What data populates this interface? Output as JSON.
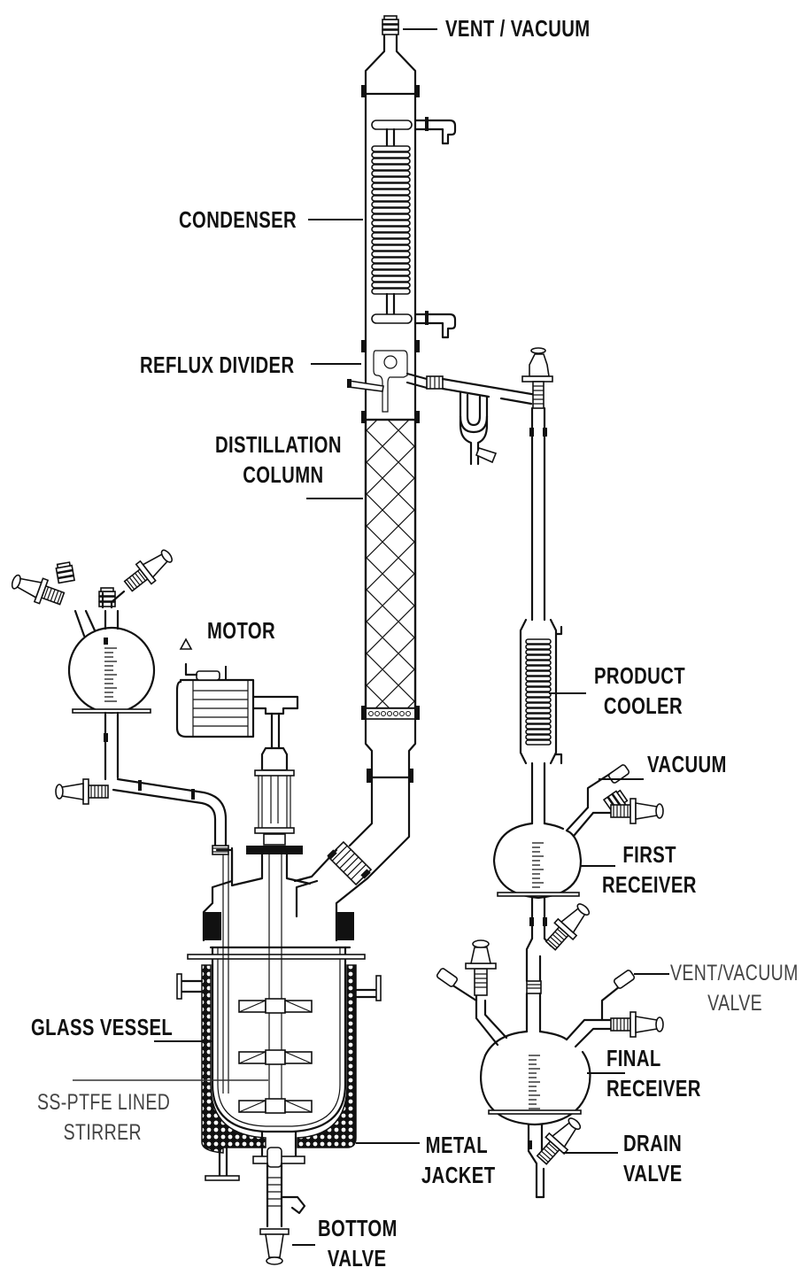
{
  "diagram": {
    "title": "Glass-lined reactor distillation setup",
    "colors": {
      "line": "#111111",
      "background": "#ffffff",
      "secondary_label": "#444444"
    },
    "labels": {
      "vent_vacuum": "VENT / VACUUM",
      "condenser": "CONDENSER",
      "reflux_divider": "REFLUX DIVIDER",
      "distillation_column": [
        "DISTILLATION",
        "COLUMN"
      ],
      "motor": "MOTOR",
      "product_cooler": [
        "PRODUCT",
        "COOLER"
      ],
      "vacuum": "VACUUM",
      "first_receiver": [
        "FIRST",
        "RECEIVER"
      ],
      "vent_vacuum_valve": [
        "VENT/VACUUM",
        "VALVE"
      ],
      "glass_vessel": "GLASS VESSEL",
      "ss_ptfe_stirrer": [
        "SS-PTFE LINED",
        "STIRRER"
      ],
      "final_receiver": [
        "FINAL",
        "RECEIVER"
      ],
      "metal_jacket": [
        "METAL",
        "JACKET"
      ],
      "drain_valve": [
        "DRAIN",
        "VALVE"
      ],
      "bottom_valve": [
        "BOTTOM",
        "VALVE"
      ]
    },
    "components": [
      "vent-connector",
      "condenser-coil",
      "reflux-divider",
      "packed-distillation-column",
      "vapour-duct-bellows",
      "feed-flask",
      "motor",
      "agitator-drive",
      "glass-vessel",
      "stirrer",
      "metal-jacket",
      "bottom-valve",
      "product-cooler",
      "first-receiver",
      "final-receiver",
      "drain-valve",
      "stopcock-valves"
    ]
  }
}
